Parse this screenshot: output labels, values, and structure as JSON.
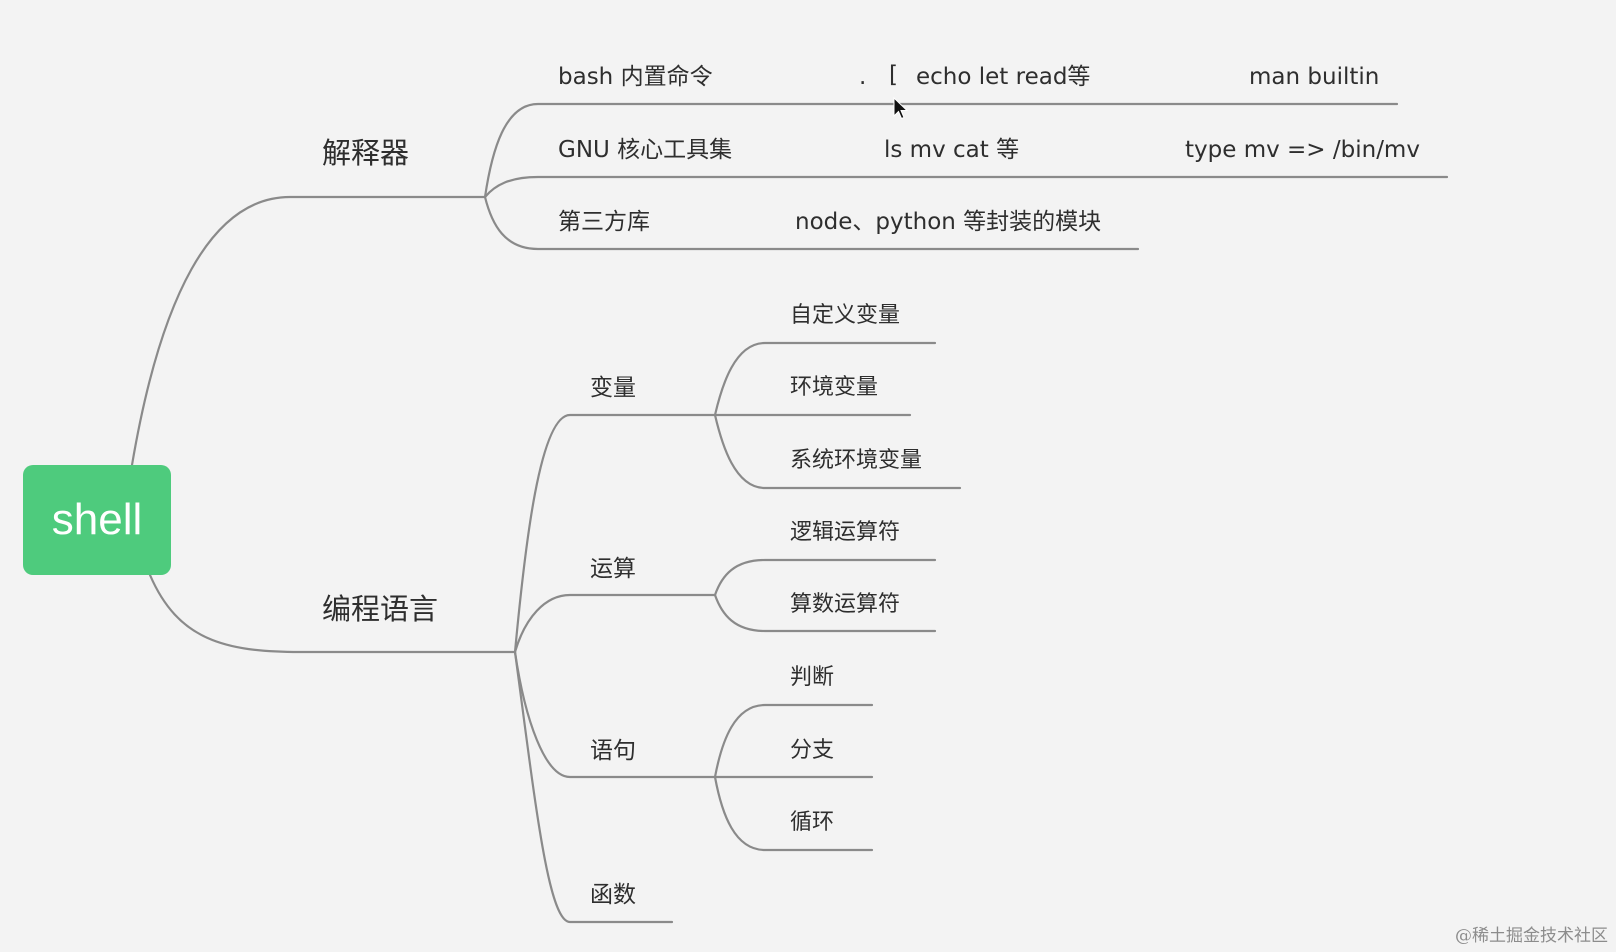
{
  "root": {
    "label": "shell"
  },
  "interpreter": {
    "label": "解释器",
    "rows": [
      {
        "name": "bash 内置命令",
        "dot": ".",
        "bracket": "[",
        "examples": "echo  let  read等",
        "note": "man builtin"
      },
      {
        "name": "GNU 核心工具集",
        "examples": "ls   mv  cat 等",
        "note": "type mv =>  /bin/mv"
      },
      {
        "name": "第三方库",
        "examples": "node、python 等封装的模块"
      }
    ]
  },
  "language": {
    "label": "编程语言",
    "variables": {
      "label": "变量",
      "items": [
        "自定义变量",
        "环境变量",
        "系统环境变量"
      ]
    },
    "operations": {
      "label": "运算",
      "items": [
        "逻辑运算符",
        "算数运算符"
      ]
    },
    "statements": {
      "label": "语句",
      "items": [
        "判断",
        "分支",
        "循环"
      ]
    },
    "functions": {
      "label": "函数"
    }
  },
  "watermark": "@稀土掘金技术社区",
  "colors": {
    "root": "#4ecb7d",
    "line": "#8a8a8a",
    "background": "#f3f3f3"
  }
}
